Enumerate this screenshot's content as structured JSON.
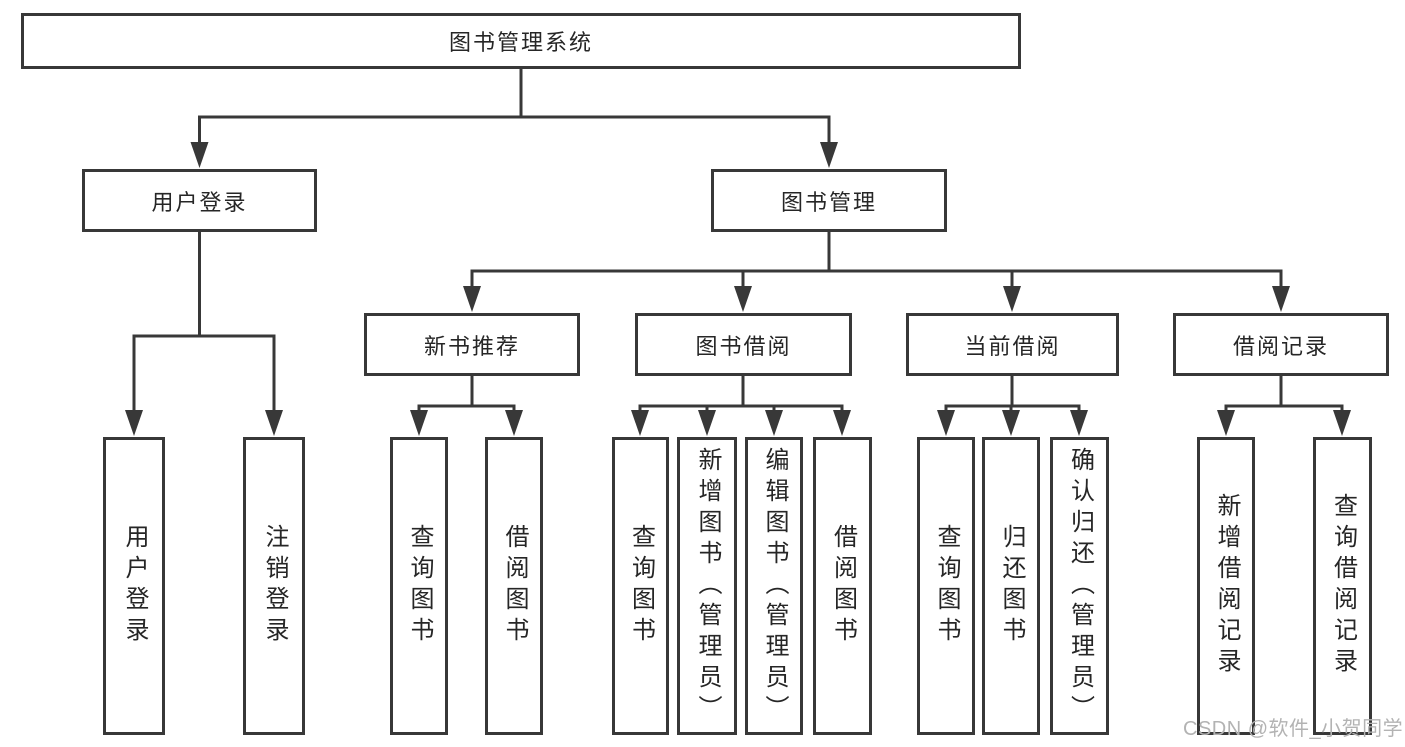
{
  "nodes": {
    "root": {
      "label": "图书管理系统"
    },
    "userLogin": {
      "label": "用户登录"
    },
    "bookMgmt": {
      "label": "图书管理"
    },
    "newBooks": {
      "label": "新书推荐"
    },
    "bookBorrow": {
      "label": "图书借阅"
    },
    "currentBorrow": {
      "label": "当前借阅"
    },
    "borrowRecords": {
      "label": "借阅记录"
    },
    "leafUserLogin": {
      "label": "用户登录"
    },
    "leafLogout": {
      "label": "注销登录"
    },
    "nbQueryBooks": {
      "label": "查询图书"
    },
    "nbBorrowBooks": {
      "label": "借阅图书"
    },
    "bbQueryBooks": {
      "label": "查询图书"
    },
    "bbAddBooks": {
      "label": "新增图书（管理员）"
    },
    "bbEditBooks": {
      "label": "编辑图书（管理员）"
    },
    "bbBorrowBooks": {
      "label": "借阅图书"
    },
    "cbQueryBooks": {
      "label": "查询图书"
    },
    "cbReturnBooks": {
      "label": "归还图书"
    },
    "cbConfirmReturn": {
      "label": "确认归还（管理员）"
    },
    "brAddRecord": {
      "label": "新增借阅记录"
    },
    "brQueryRecord": {
      "label": "查询借阅记录"
    }
  },
  "edges": [
    {
      "from": "图书管理系统",
      "to": [
        "用户登录",
        "图书管理"
      ]
    },
    {
      "from": "用户登录",
      "to": [
        "用户登录",
        "注销登录"
      ]
    },
    {
      "from": "图书管理",
      "to": [
        "新书推荐",
        "图书借阅",
        "当前借阅",
        "借阅记录"
      ]
    },
    {
      "from": "新书推荐",
      "to": [
        "查询图书",
        "借阅图书"
      ]
    },
    {
      "from": "图书借阅",
      "to": [
        "查询图书",
        "新增图书（管理员）",
        "编辑图书（管理员）",
        "借阅图书"
      ]
    },
    {
      "from": "当前借阅",
      "to": [
        "查询图书",
        "归还图书",
        "确认归还（管理员）"
      ]
    },
    {
      "from": "借阅记录",
      "to": [
        "新增借阅记录",
        "查询借阅记录"
      ]
    }
  ],
  "watermark": {
    "text": "CSDN @软件_小贺同学"
  },
  "colors": {
    "line": "#383838",
    "text": "#262626",
    "background": "#ffffff",
    "watermark": "#b3b3b3"
  }
}
